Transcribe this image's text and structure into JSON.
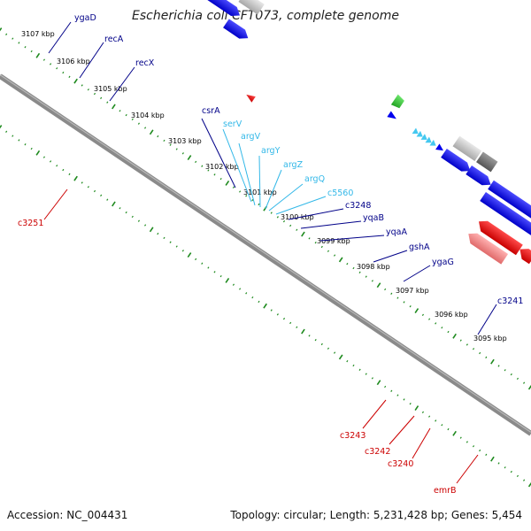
{
  "header": {
    "title": "Escherichia coli CFT073, complete genome"
  },
  "footer": {
    "accession": "Accession: NC_004431",
    "summary": "Topology: circular; Length: 5,231,428 bp; Genes: 5,454"
  },
  "colors": {
    "backbone": "#888888",
    "tick": "#1e8a1e",
    "forward_strand": "#0000ee",
    "reverse_strand": "#ee0000",
    "rna": "#44c8f0",
    "label_forward": "#000088",
    "label_reverse": "#cc0000",
    "label_rna": "#33b8e8"
  },
  "kbp_labels": [
    "3107 kbp",
    "3106 kbp",
    "3105 kbp",
    "3104 kbp",
    "3103 kbp",
    "3102 kbp",
    "3101 kbp",
    "3100 kbp",
    "3099 kbp",
    "3098 kbp",
    "3097 kbp",
    "3096 kbp",
    "3095 kbp"
  ],
  "gene_labels": {
    "ygaD": "ygaD",
    "recA": "recA",
    "recX": "recX",
    "csrA": "csrA",
    "serV": "serV",
    "argV": "argV",
    "argY": "argY",
    "argZ": "argZ",
    "argQ": "argQ",
    "c5560": "c5560",
    "c3248": "c3248",
    "yqaB": "yqaB",
    "yqaA": "yqaA",
    "gshA": "gshA",
    "ygaG": "ygaG",
    "c3241": "c3241",
    "c3251": "c3251",
    "c3243": "c3243",
    "c3242": "c3242",
    "c3240": "c3240",
    "emrB": "emrB"
  }
}
